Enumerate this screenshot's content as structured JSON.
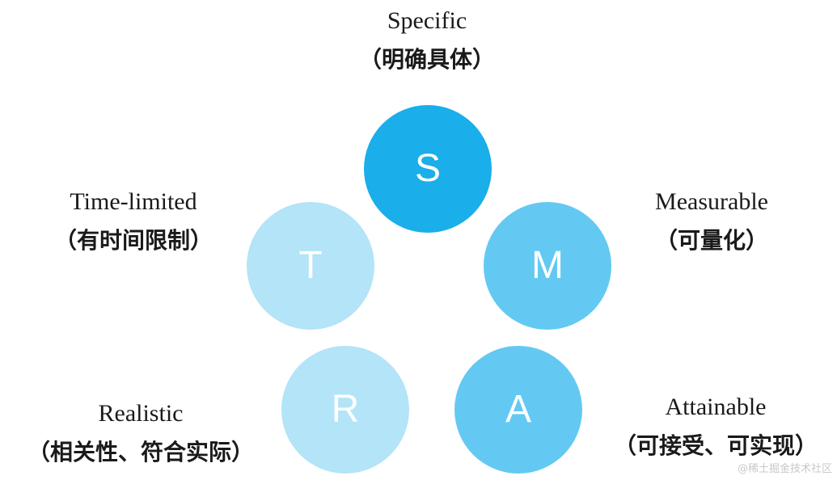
{
  "colors": {
    "specific": "#1aaeea",
    "measurable": "#63c9f2",
    "attainable": "#63c9f2",
    "realistic": "#b3e4f8",
    "time_limited": "#b3e4f8"
  },
  "nodes": {
    "specific": {
      "letter": "S",
      "title": "Specific",
      "subtitle": "（明确具体）"
    },
    "measurable": {
      "letter": "M",
      "title": "Measurable",
      "subtitle": "（可量化）"
    },
    "attainable": {
      "letter": "A",
      "title": "Attainable",
      "subtitle": "（可接受、可实现）"
    },
    "realistic": {
      "letter": "R",
      "title": "Realistic",
      "subtitle": "（相关性、符合实际）"
    },
    "time_limited": {
      "letter": "T",
      "title": "Time-limited",
      "subtitle": "（有时间限制）"
    }
  },
  "watermark": "@稀土掘金技术社区"
}
